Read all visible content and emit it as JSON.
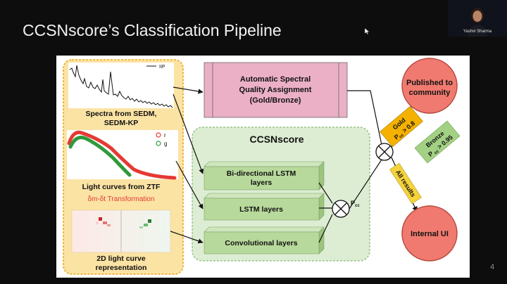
{
  "slide": {
    "title": "CCSNscore’s Classification Pipeline",
    "page_number": "4"
  },
  "video": {
    "presenter_name": "Yashvi Sharma"
  },
  "diagram": {
    "legend_iip": "IIP",
    "spectra_caption": [
      "Spectra from SEDM,",
      "SEDM-KP"
    ],
    "lc_legend": [
      "r",
      "g"
    ],
    "lc_caption": "Light curves from ZTF",
    "transform_label": "δm-δt Transformation",
    "lc2d_caption": [
      "2D light curve",
      "representation"
    ],
    "spectral_box": [
      "Automatic Spectral",
      "Quality Assignment",
      "(Gold/Bronze)"
    ],
    "ccsnscore_title": "CCSNscore",
    "bilstm": [
      "Bi-directional LSTM",
      "layers"
    ],
    "lstm": "LSTM layers",
    "conv": "Convolutional layers",
    "pcc": "P",
    "pcc_sub": "cc",
    "published": [
      "Published to",
      "community"
    ],
    "internal": "Internal UI",
    "gold": {
      "line1": "Gold",
      "line2_main": "P",
      "line2_sub": "cc",
      "line2_rest": " > 0.8"
    },
    "bronze": {
      "line1": "Bronze",
      "line2_main": "P",
      "line2_sub": " cc",
      "line2_rest": " > 0.95"
    },
    "all_results": "All results",
    "colors": {
      "yellow_panel": "#fbe3a4",
      "yellow_border": "#f0b73c",
      "pink_box": "#ebb0c6",
      "green_panel": "#dcedd3",
      "green_box": "#b7d99b",
      "red_circle": "#f07a6f",
      "gold_tag": "#f5b100",
      "bronze_tag": "#a3d184",
      "all_results_tag": "#f5d33a"
    }
  }
}
